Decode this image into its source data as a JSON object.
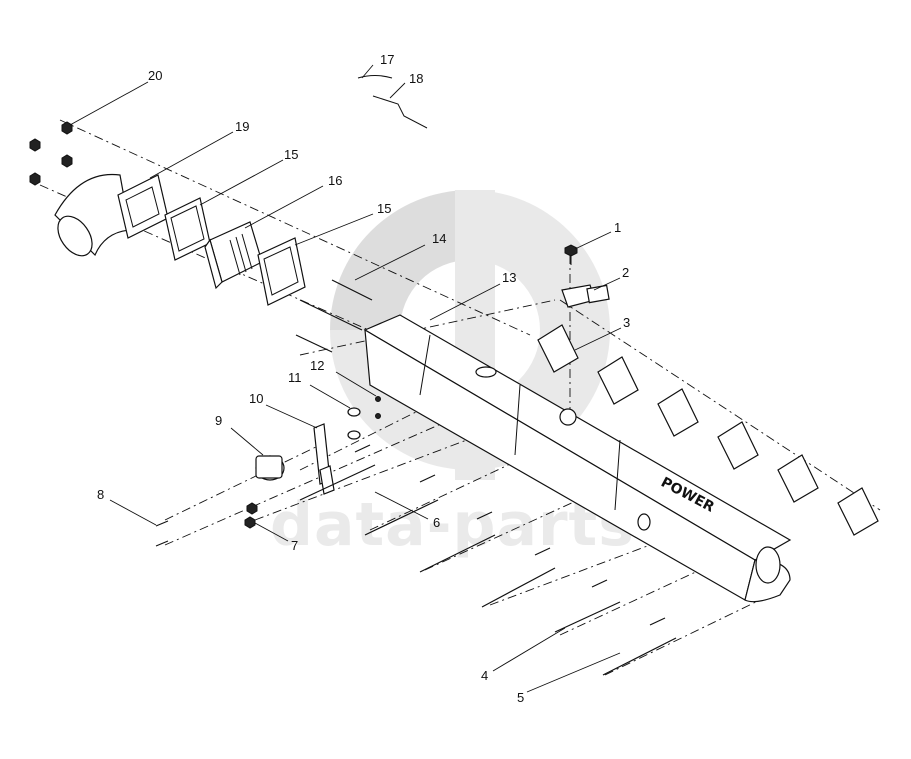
{
  "watermark": {
    "text": "data-parts",
    "color": "#d9d9d9"
  },
  "brand_mark": "POWER",
  "callouts": [
    {
      "id": "1",
      "label": "1"
    },
    {
      "id": "2",
      "label": "2"
    },
    {
      "id": "3",
      "label": "3"
    },
    {
      "id": "4",
      "label": "4"
    },
    {
      "id": "5",
      "label": "5"
    },
    {
      "id": "6",
      "label": "6"
    },
    {
      "id": "7",
      "label": "7"
    },
    {
      "id": "8",
      "label": "8"
    },
    {
      "id": "9",
      "label": "9"
    },
    {
      "id": "10",
      "label": "10"
    },
    {
      "id": "11",
      "label": "11"
    },
    {
      "id": "12",
      "label": "12"
    },
    {
      "id": "13",
      "label": "13"
    },
    {
      "id": "14",
      "label": "14"
    },
    {
      "id": "15a",
      "label": "15"
    },
    {
      "id": "15b",
      "label": "15"
    },
    {
      "id": "16",
      "label": "16"
    },
    {
      "id": "17",
      "label": "17"
    },
    {
      "id": "18",
      "label": "18"
    },
    {
      "id": "19",
      "label": "19"
    },
    {
      "id": "20",
      "label": "20"
    }
  ]
}
